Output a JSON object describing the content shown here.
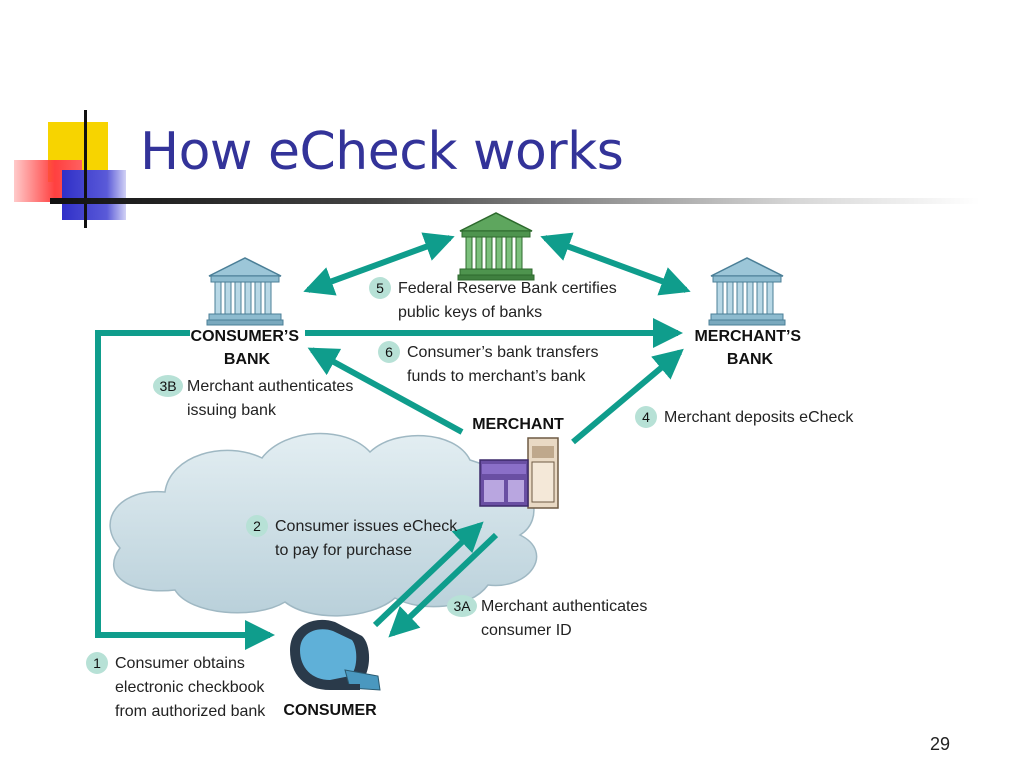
{
  "slide": {
    "title": "How eCheck works",
    "page_number": "29"
  },
  "colors": {
    "title": "#333399",
    "arrow": "#0f9d8c",
    "badge": "#b7e1d6",
    "bank": "#7fb3c9",
    "federal_bank": "#3f8a3f",
    "cloud": "#c9dce4",
    "merchant_store": "#6a4fa3"
  },
  "nodes": {
    "federal_bank_icon": "bank-icon",
    "consumer_bank": [
      "CONSUMER’S",
      "BANK"
    ],
    "merchant_bank": [
      "MERCHANT’S",
      "BANK"
    ],
    "merchant": "MERCHANT",
    "consumer": "CONSUMER"
  },
  "steps": [
    {
      "badge": "1",
      "lines": [
        "Consumer obtains",
        "electronic checkbook",
        "from authorized bank"
      ]
    },
    {
      "badge": "2",
      "lines": [
        "Consumer issues eCheck",
        "to pay for purchase"
      ]
    },
    {
      "badge": "3A",
      "lines": [
        "Merchant authenticates",
        "consumer ID"
      ]
    },
    {
      "badge": "3B",
      "lines": [
        "Merchant authenticates",
        "issuing bank"
      ]
    },
    {
      "badge": "4",
      "lines": [
        "Merchant deposits eCheck"
      ]
    },
    {
      "badge": "5",
      "lines": [
        "Federal Reserve Bank certifies",
        "public keys of banks"
      ]
    },
    {
      "badge": "6",
      "lines": [
        "Consumer’s bank transfers",
        "funds to merchant’s bank"
      ]
    }
  ]
}
